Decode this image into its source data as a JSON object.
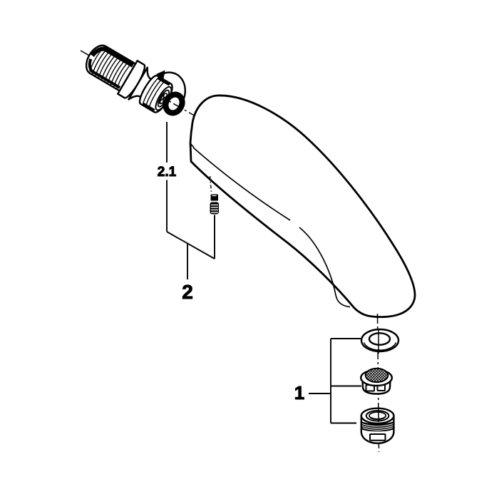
{
  "canvas": {
    "background": "#ffffff",
    "line_color": "#000000"
  },
  "labels": {
    "group1": "1",
    "group2": "2",
    "part2_1": "2.1"
  },
  "parts": [
    {
      "id": "wall-union",
      "icon": "threaded-union-icon"
    },
    {
      "id": "o-ring",
      "icon": "o-ring-icon"
    },
    {
      "id": "set-screw",
      "icon": "set-screw-icon"
    },
    {
      "id": "spout-body",
      "icon": "tub-spout-icon"
    },
    {
      "id": "seal-washer",
      "icon": "washer-icon"
    },
    {
      "id": "filter-insert",
      "icon": "mesh-filter-icon"
    },
    {
      "id": "aerator-housing",
      "icon": "aerator-icon"
    }
  ]
}
